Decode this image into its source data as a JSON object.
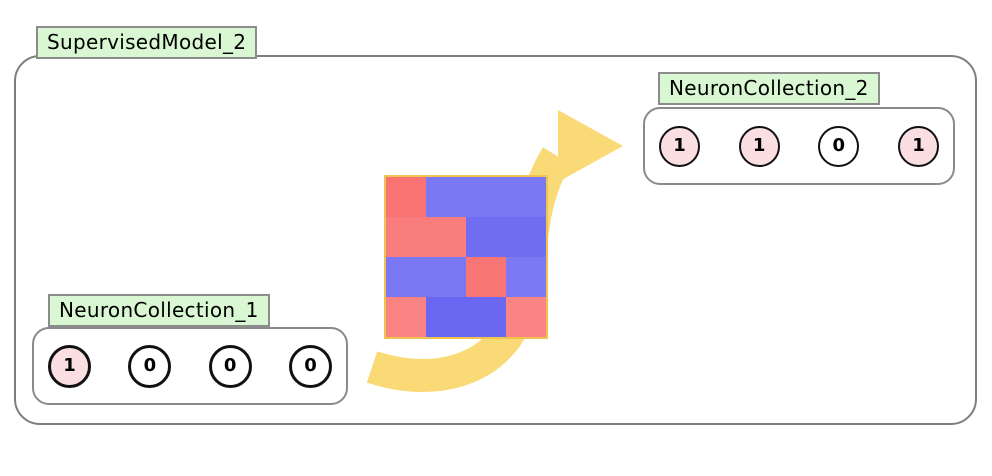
{
  "colors": {
    "label_fill": "#d9f7d2",
    "label_border": "#8c8c8c",
    "container_border": "#7e7e7e",
    "box_border": "#8a8a8a",
    "neuron_active_fill": "#fadee1",
    "neuron_inactive_fill": "#ffffff",
    "neuron_border": "#111111",
    "arrow": "#fada76",
    "matrix_border": "#f0c24e"
  },
  "model": {
    "label": "SupervisedModel_2"
  },
  "collections": [
    {
      "label": "NeuronCollection_1",
      "neurons": [
        {
          "value": "1"
        },
        {
          "value": "0"
        },
        {
          "value": "0"
        },
        {
          "value": "0"
        }
      ]
    },
    {
      "label": "NeuronCollection_2",
      "neurons": [
        {
          "value": "1"
        },
        {
          "value": "1"
        },
        {
          "value": "0"
        },
        {
          "value": "1"
        }
      ]
    }
  ],
  "weight_matrix": {
    "rows": 4,
    "cols": 4,
    "cells": [
      [
        "#f97373",
        "#7b78f4",
        "#7b78f4",
        "#7b78f4"
      ],
      [
        "#fa7d7d",
        "#fa7d7d",
        "#716df1",
        "#716df1"
      ],
      [
        "#7b77f3",
        "#7b77f3",
        "#f97676",
        "#7d79f4"
      ],
      [
        "#fa8484",
        "#6a68f2",
        "#6a68f2",
        "#fa8484"
      ]
    ],
    "border_color": "#f0c24e"
  }
}
